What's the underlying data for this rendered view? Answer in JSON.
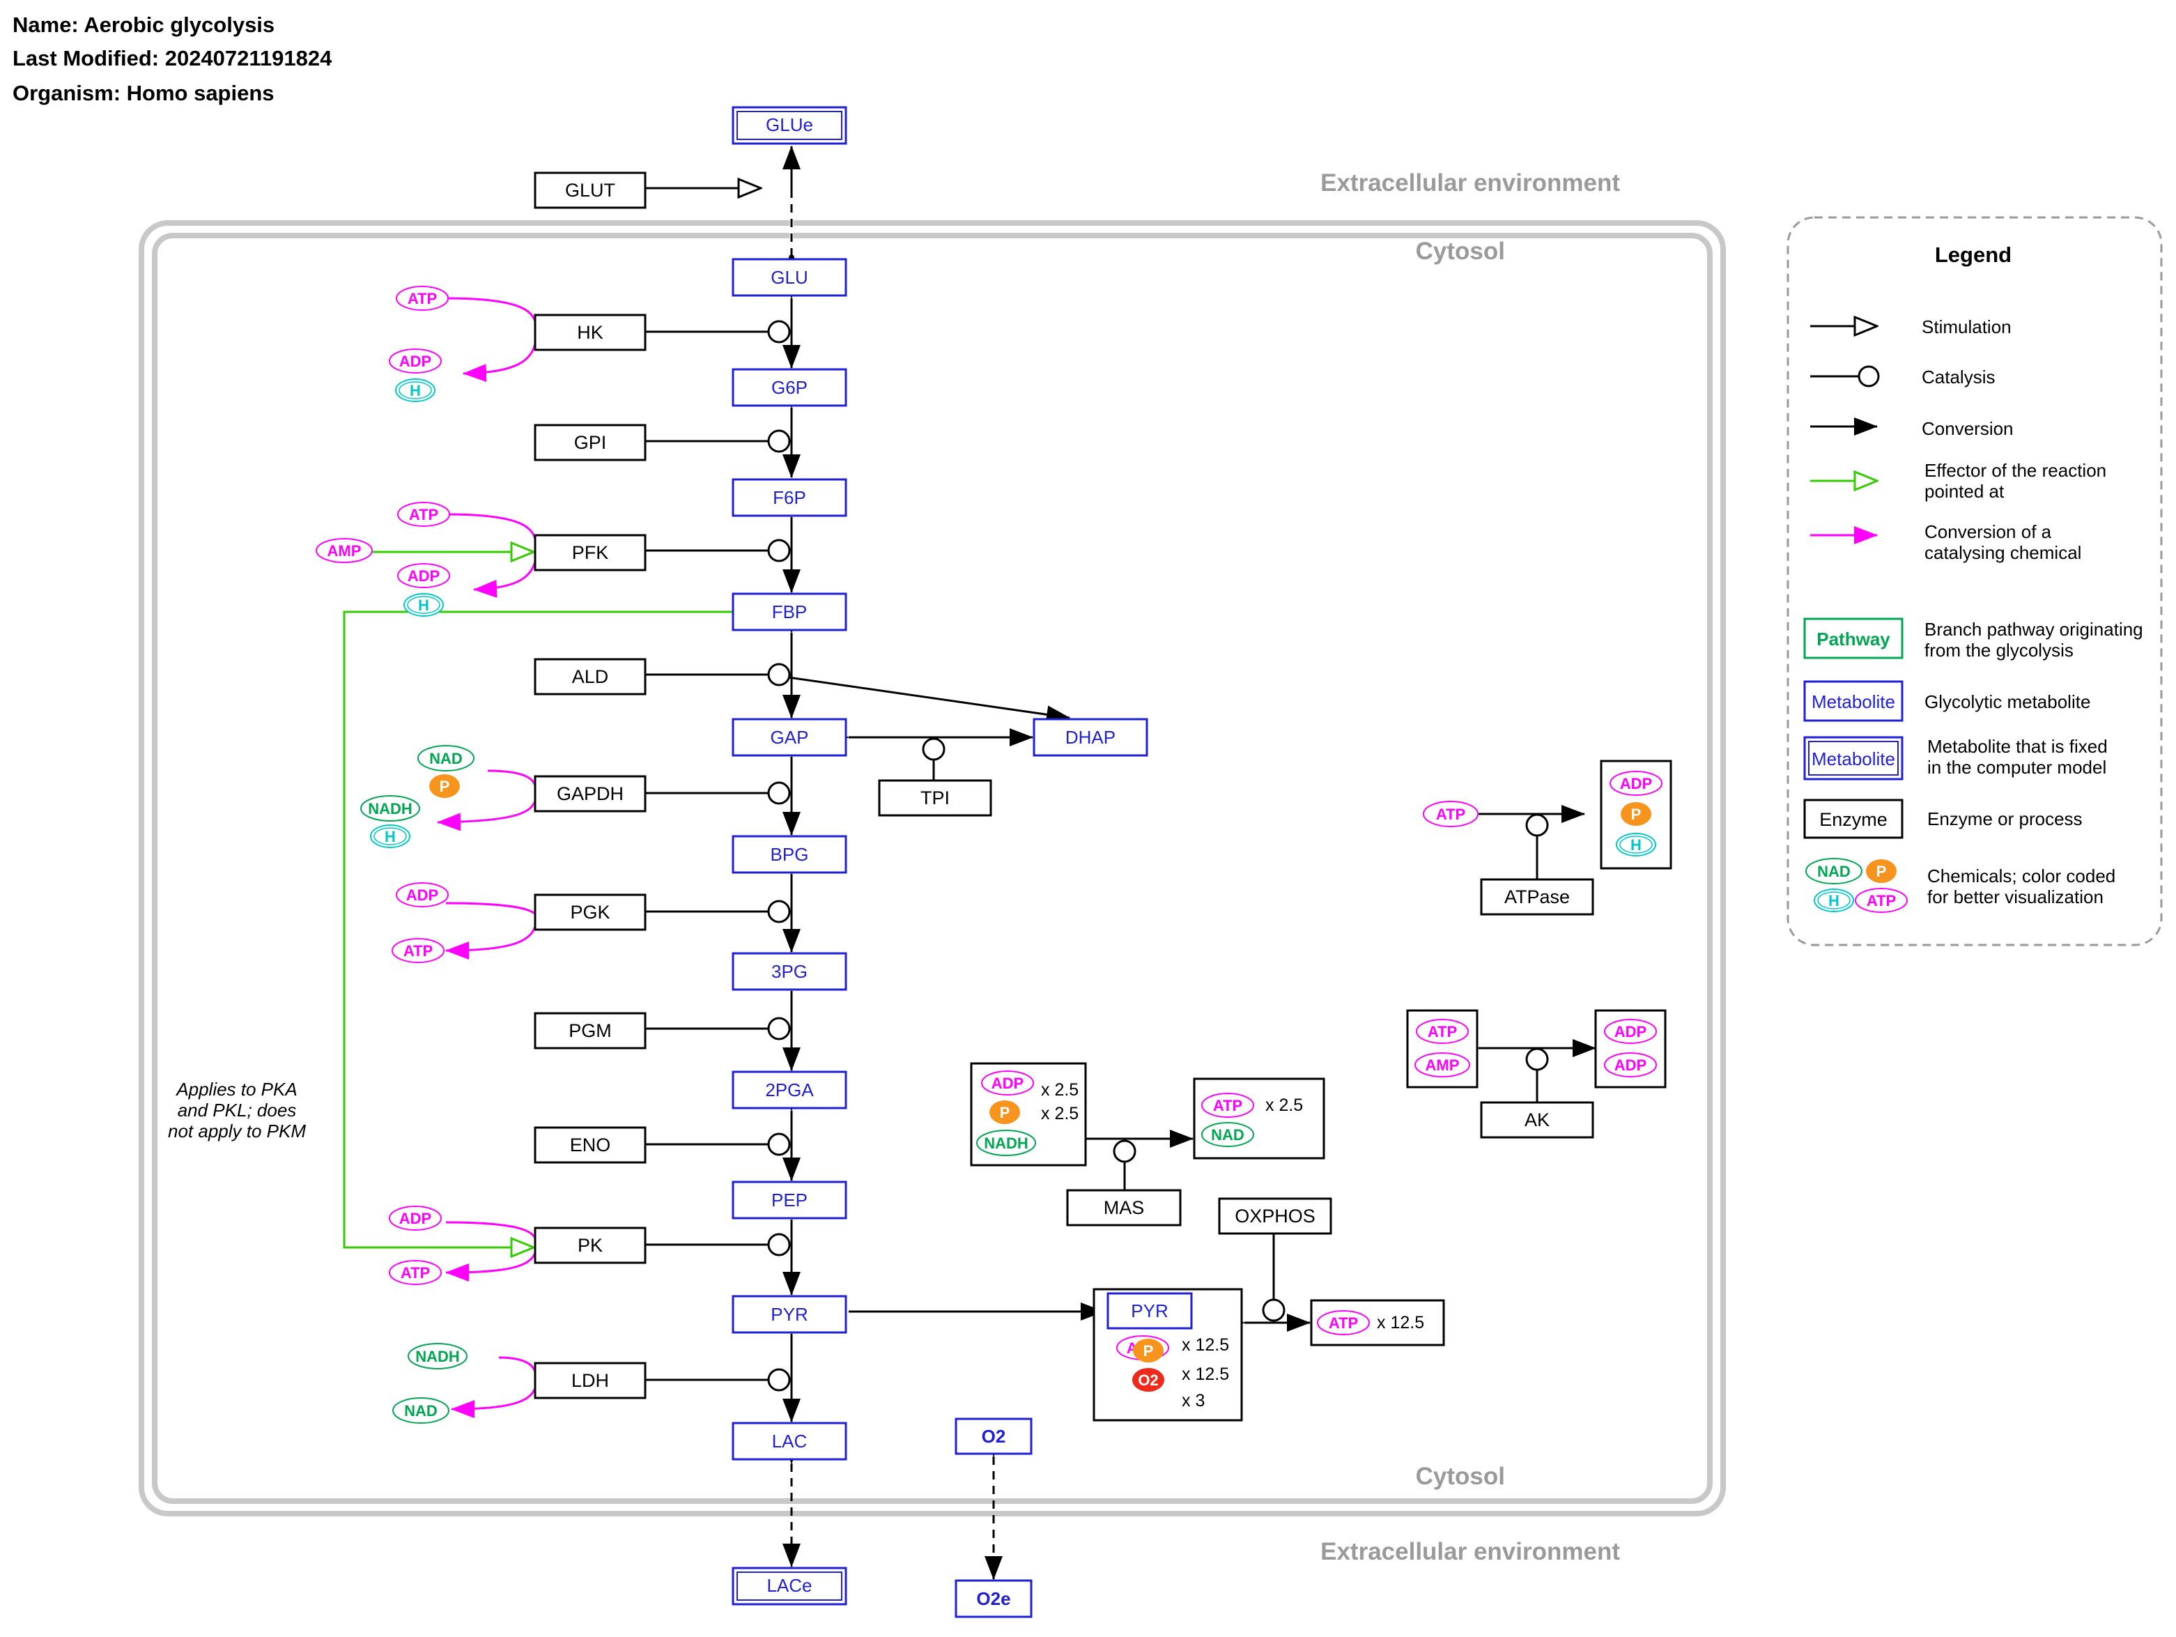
{
  "header": {
    "name": "Name: Aerobic glycolysis",
    "modified": "Last Modified: 20240721191824",
    "organism": "Organism: Homo sapiens"
  },
  "compartments": {
    "extracellular_top": "Extracellular environment",
    "extracellular_bottom": "Extracellular environment",
    "cytosol_top": "Cytosol",
    "cytosol_bottom": "Cytosol"
  },
  "metabolites": {
    "glue": "GLUe",
    "glu": "GLU",
    "g6p": "G6P",
    "f6p": "F6P",
    "fbp": "FBP",
    "gap": "GAP",
    "dhap": "DHAP",
    "bpg": "BPG",
    "pg3": "3PG",
    "pga2": "2PGA",
    "pep": "PEP",
    "pyr": "PYR",
    "lac": "LAC",
    "lace": "LACe",
    "o2": "O2",
    "o2e": "O2e",
    "pyr_mito": "PYR"
  },
  "enzymes": {
    "glut": "GLUT",
    "hk": "HK",
    "gpi": "GPI",
    "pfk": "PFK",
    "ald": "ALD",
    "tpi": "TPI",
    "gapdh": "GAPDH",
    "pgk": "PGK",
    "pgm": "PGM",
    "eno": "ENO",
    "pk": "PK",
    "ldh": "LDH",
    "mas": "MAS",
    "oxphos": "OXPHOS",
    "atpase": "ATPase",
    "ak": "AK"
  },
  "chemicals": {
    "hk_atp": "ATP",
    "hk_adp": "ADP",
    "hk_h": "H",
    "pfk_atp": "ATP",
    "pfk_amp": "AMP",
    "pfk_adp": "ADP",
    "pfk_h": "H",
    "gapdh_nad": "NAD",
    "gapdh_p": "P",
    "gapdh_nadh": "NADH",
    "gapdh_h": "H",
    "pgk_adp": "ADP",
    "pgk_atp": "ATP",
    "pk_adp": "ADP",
    "pk_atp": "ATP",
    "ldh_nadh": "NADH",
    "ldh_nad": "NAD",
    "mas_adp": "ADP",
    "mas_p": "P",
    "mas_nadh": "NADH",
    "mas_atp": "ATP",
    "mas_nad": "NAD",
    "ox_adp": "ADP",
    "ox_p": "P",
    "ox_o2": "O2",
    "ox_atp": "ATP",
    "atpase_atp": "ATP",
    "atpase_adp": "ADP",
    "atpase_p": "P",
    "atpase_h": "H",
    "ak_atp": "ATP",
    "ak_amp": "AMP",
    "ak_adp1": "ADP",
    "ak_adp2": "ADP"
  },
  "multipliers": {
    "mas_adp": "x 2.5",
    "mas_p": "x 2.5",
    "mas_atp": "x 2.5",
    "ox_adp": "x 12.5",
    "ox_p": "x 12.5",
    "ox_o2": "x 3",
    "ox_atp": "x 12.5"
  },
  "note": {
    "line1": "Applies to PKA",
    "line2": "and PKL; does",
    "line3": "not apply to PKM"
  },
  "legend": {
    "title": "Legend",
    "stimulation": "Stimulation",
    "catalysis": "Catalysis",
    "conversion": "Conversion",
    "effector_1": "Effector of the reaction",
    "effector_2": "pointed at",
    "catalysing_1": "Conversion of a",
    "catalysing_2": "catalysing chemical",
    "pathway_box": "Pathway",
    "pathway_1": "Branch pathway originating",
    "pathway_2": "from the glycolysis",
    "metabolite_box": "Metabolite",
    "metabolite_desc": "Glycolytic metabolite",
    "fixed_box": "Metabolite",
    "fixed_1": "Metabolite that is fixed",
    "fixed_2": "in the computer model",
    "enzyme_box": "Enzyme",
    "enzyme_desc": "Enzyme or process",
    "chem_nad": "NAD",
    "chem_p": "P",
    "chem_h": "H",
    "chem_atp": "ATP",
    "chem_1": "Chemicals; color coded",
    "chem_2": "for better visualization"
  },
  "colors": {
    "metabolite": "#1f1fd6",
    "magenta": "#ff00ff",
    "green_chem": "#00a651",
    "cyan": "#00c8c8",
    "orange": "#f7941d",
    "red": "#ee2a1b",
    "effector": "#33cc00",
    "compartment": "#9a9a9a"
  }
}
